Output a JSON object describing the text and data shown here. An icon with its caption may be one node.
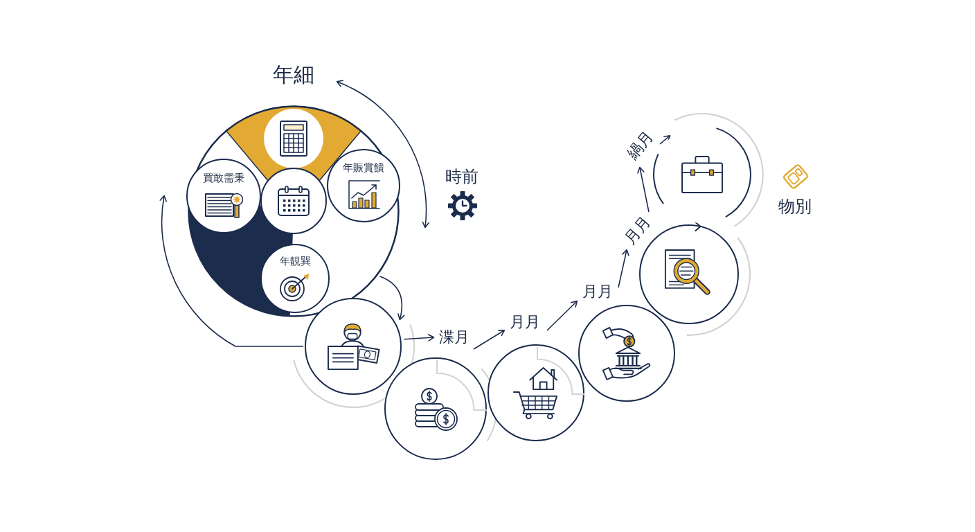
{
  "diagram": {
    "nodes": [
      {
        "text": [
          "年細"
        ]
      },
      {
        "text": [],
        "shape": "circle",
        "in": 0
      },
      {
        "text": [
          "買敢需秉"
        ],
        "in": 0
      },
      {
        "text": [
          "年賑賞饋"
        ],
        "in": 0
      },
      {
        "text": [],
        "shape": "circle",
        "in": 0
      },
      {
        "text": [
          "年靚巽"
        ],
        "in": 0
      },
      {
        "text": [],
        "shape": "circle"
      },
      {
        "text": [],
        "shape": "circle"
      },
      {
        "text": [],
        "shape": "circle"
      },
      {
        "text": [],
        "shape": "circle"
      },
      {
        "text": [],
        "shape": "circle"
      },
      {
        "text": [],
        "shape": "circle"
      },
      {
        "text": [
          "渫月"
        ]
      },
      {
        "text": [
          "月月"
        ]
      },
      {
        "text": [
          "月月"
        ]
      },
      {
        "text": [
          "月月"
        ]
      },
      {
        "text": [
          "緺月"
        ]
      }
    ],
    "edges": [
      {
        "from": 0,
        "to": 6,
        "arrow": "to"
      },
      {
        "from": 6,
        "to": 12,
        "arrow": "to"
      },
      {
        "from": 12,
        "to": 13,
        "arrow": "to"
      },
      {
        "from": 13,
        "to": 14,
        "arrow": "to"
      },
      {
        "from": 14,
        "to": 15,
        "arrow": "to"
      },
      {
        "from": 15,
        "to": 16,
        "arrow": "to"
      },
      {
        "from": 16,
        "to": 11,
        "arrow": "to"
      },
      {
        "from": 6,
        "to": 2,
        "arrow": "to"
      }
    ],
    "labels": [
      "時前",
      "物別"
    ]
  }
}
